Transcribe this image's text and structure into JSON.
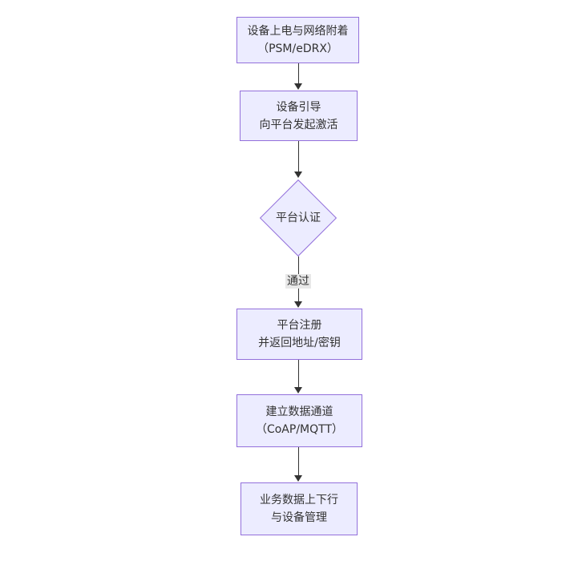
{
  "diagram": {
    "type": "flowchart",
    "direction": "top-down",
    "colors": {
      "node_fill": "#ECECFF",
      "node_border": "#9370DB",
      "edge_line": "#333333",
      "edge_label_bg": "#e8e8e8",
      "text": "#333333",
      "background": "#ffffff"
    },
    "nodes": [
      {
        "id": "n1",
        "shape": "rect",
        "lines": [
          "设备上电与网络附着",
          "（PSM/eDRX）"
        ]
      },
      {
        "id": "n2",
        "shape": "rect",
        "lines": [
          "设备引导",
          "向平台发起激活"
        ]
      },
      {
        "id": "n3",
        "shape": "diamond",
        "lines": [
          "平台认证"
        ]
      },
      {
        "id": "n4",
        "shape": "rect",
        "lines": [
          "平台注册",
          "并返回地址/密钥"
        ]
      },
      {
        "id": "n5",
        "shape": "rect",
        "lines": [
          "建立数据通道",
          "（CoAP/MQTT）"
        ]
      },
      {
        "id": "n6",
        "shape": "rect",
        "lines": [
          "业务数据上下行",
          "与设备管理"
        ]
      }
    ],
    "edges": [
      {
        "from": "n1",
        "to": "n2",
        "label": ""
      },
      {
        "from": "n2",
        "to": "n3",
        "label": ""
      },
      {
        "from": "n3",
        "to": "n4",
        "label": "通过"
      },
      {
        "from": "n4",
        "to": "n5",
        "label": ""
      },
      {
        "from": "n5",
        "to": "n6",
        "label": ""
      }
    ]
  }
}
